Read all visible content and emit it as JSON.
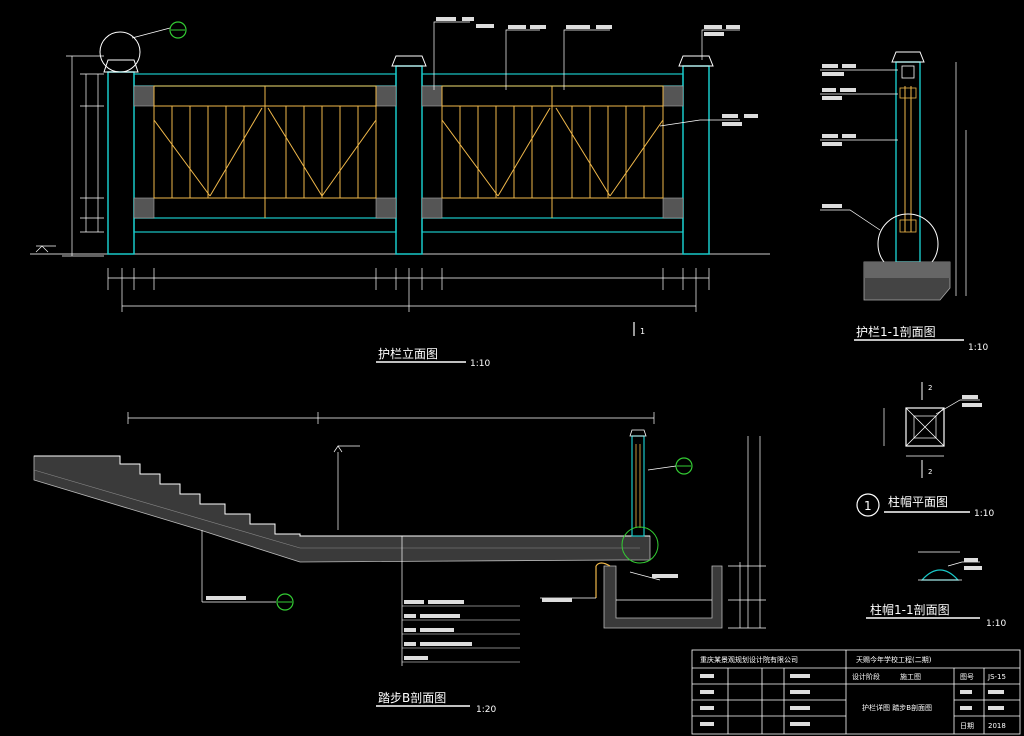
{
  "views": {
    "elevation": {
      "title": "护栏立面图",
      "scale": "1:10"
    },
    "section_1_1": {
      "title": "护栏1-1剖面图",
      "scale": "1:10"
    },
    "post_plan": {
      "number": "1",
      "title": "柱帽平面图",
      "scale": "1:10"
    },
    "post_cap_section": {
      "title": "柱帽1-1剖面图",
      "scale": "1:10"
    },
    "stair_section": {
      "title": "踏步B剖面图",
      "scale": "1:20"
    }
  },
  "markers": {
    "section_cut": "1",
    "post_dim": "2"
  },
  "title_block": {
    "company": "重庆某景观规划设计院有限公司",
    "project": "天赐今年学校工程(二期)",
    "drawing_name": "护栏详图 踏步B剖面图",
    "label_a": "设计阶段",
    "value_a": "施工图",
    "label_b": "图号",
    "value_b": "JS-15",
    "label_c": "日期",
    "value_c": "2018"
  },
  "colors": {
    "post": "#19c9c9",
    "rail": "#f0b84a",
    "dims": "#ffffff",
    "callout": "#33cc33",
    "hatch": "#bbbbbb"
  }
}
